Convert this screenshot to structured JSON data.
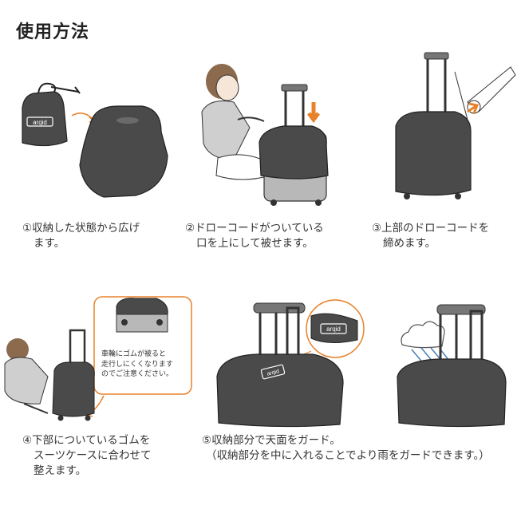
{
  "title": "使用方法",
  "brand_label": "arqid",
  "colors": {
    "bag": "#4a4a4a",
    "accent": "#e8822a",
    "skin": "#f5e6d8",
    "hair": "#8b6a4e",
    "suitcase": "#b8b8b8"
  },
  "steps": [
    {
      "line1": "①収納した状態から広げ",
      "line2": "ます。"
    },
    {
      "line1": "②ドローコードがついている",
      "line2": "口を上にして被せます。"
    },
    {
      "line1": "③上部のドローコードを",
      "line2": "締めます。"
    },
    {
      "line1": "④下部についているゴムを",
      "line2": "スーツケースに合わせて",
      "line3": "整えます。"
    },
    {
      "line1": "⑤収納部分で天面をガード。",
      "line2": "（収納部分を中に入れることでより雨をガードできます。）"
    }
  ],
  "note": {
    "line1": "車輪にゴムが被ると",
    "line2": "走行しにくくなります",
    "line3": "のでご注意ください。"
  }
}
